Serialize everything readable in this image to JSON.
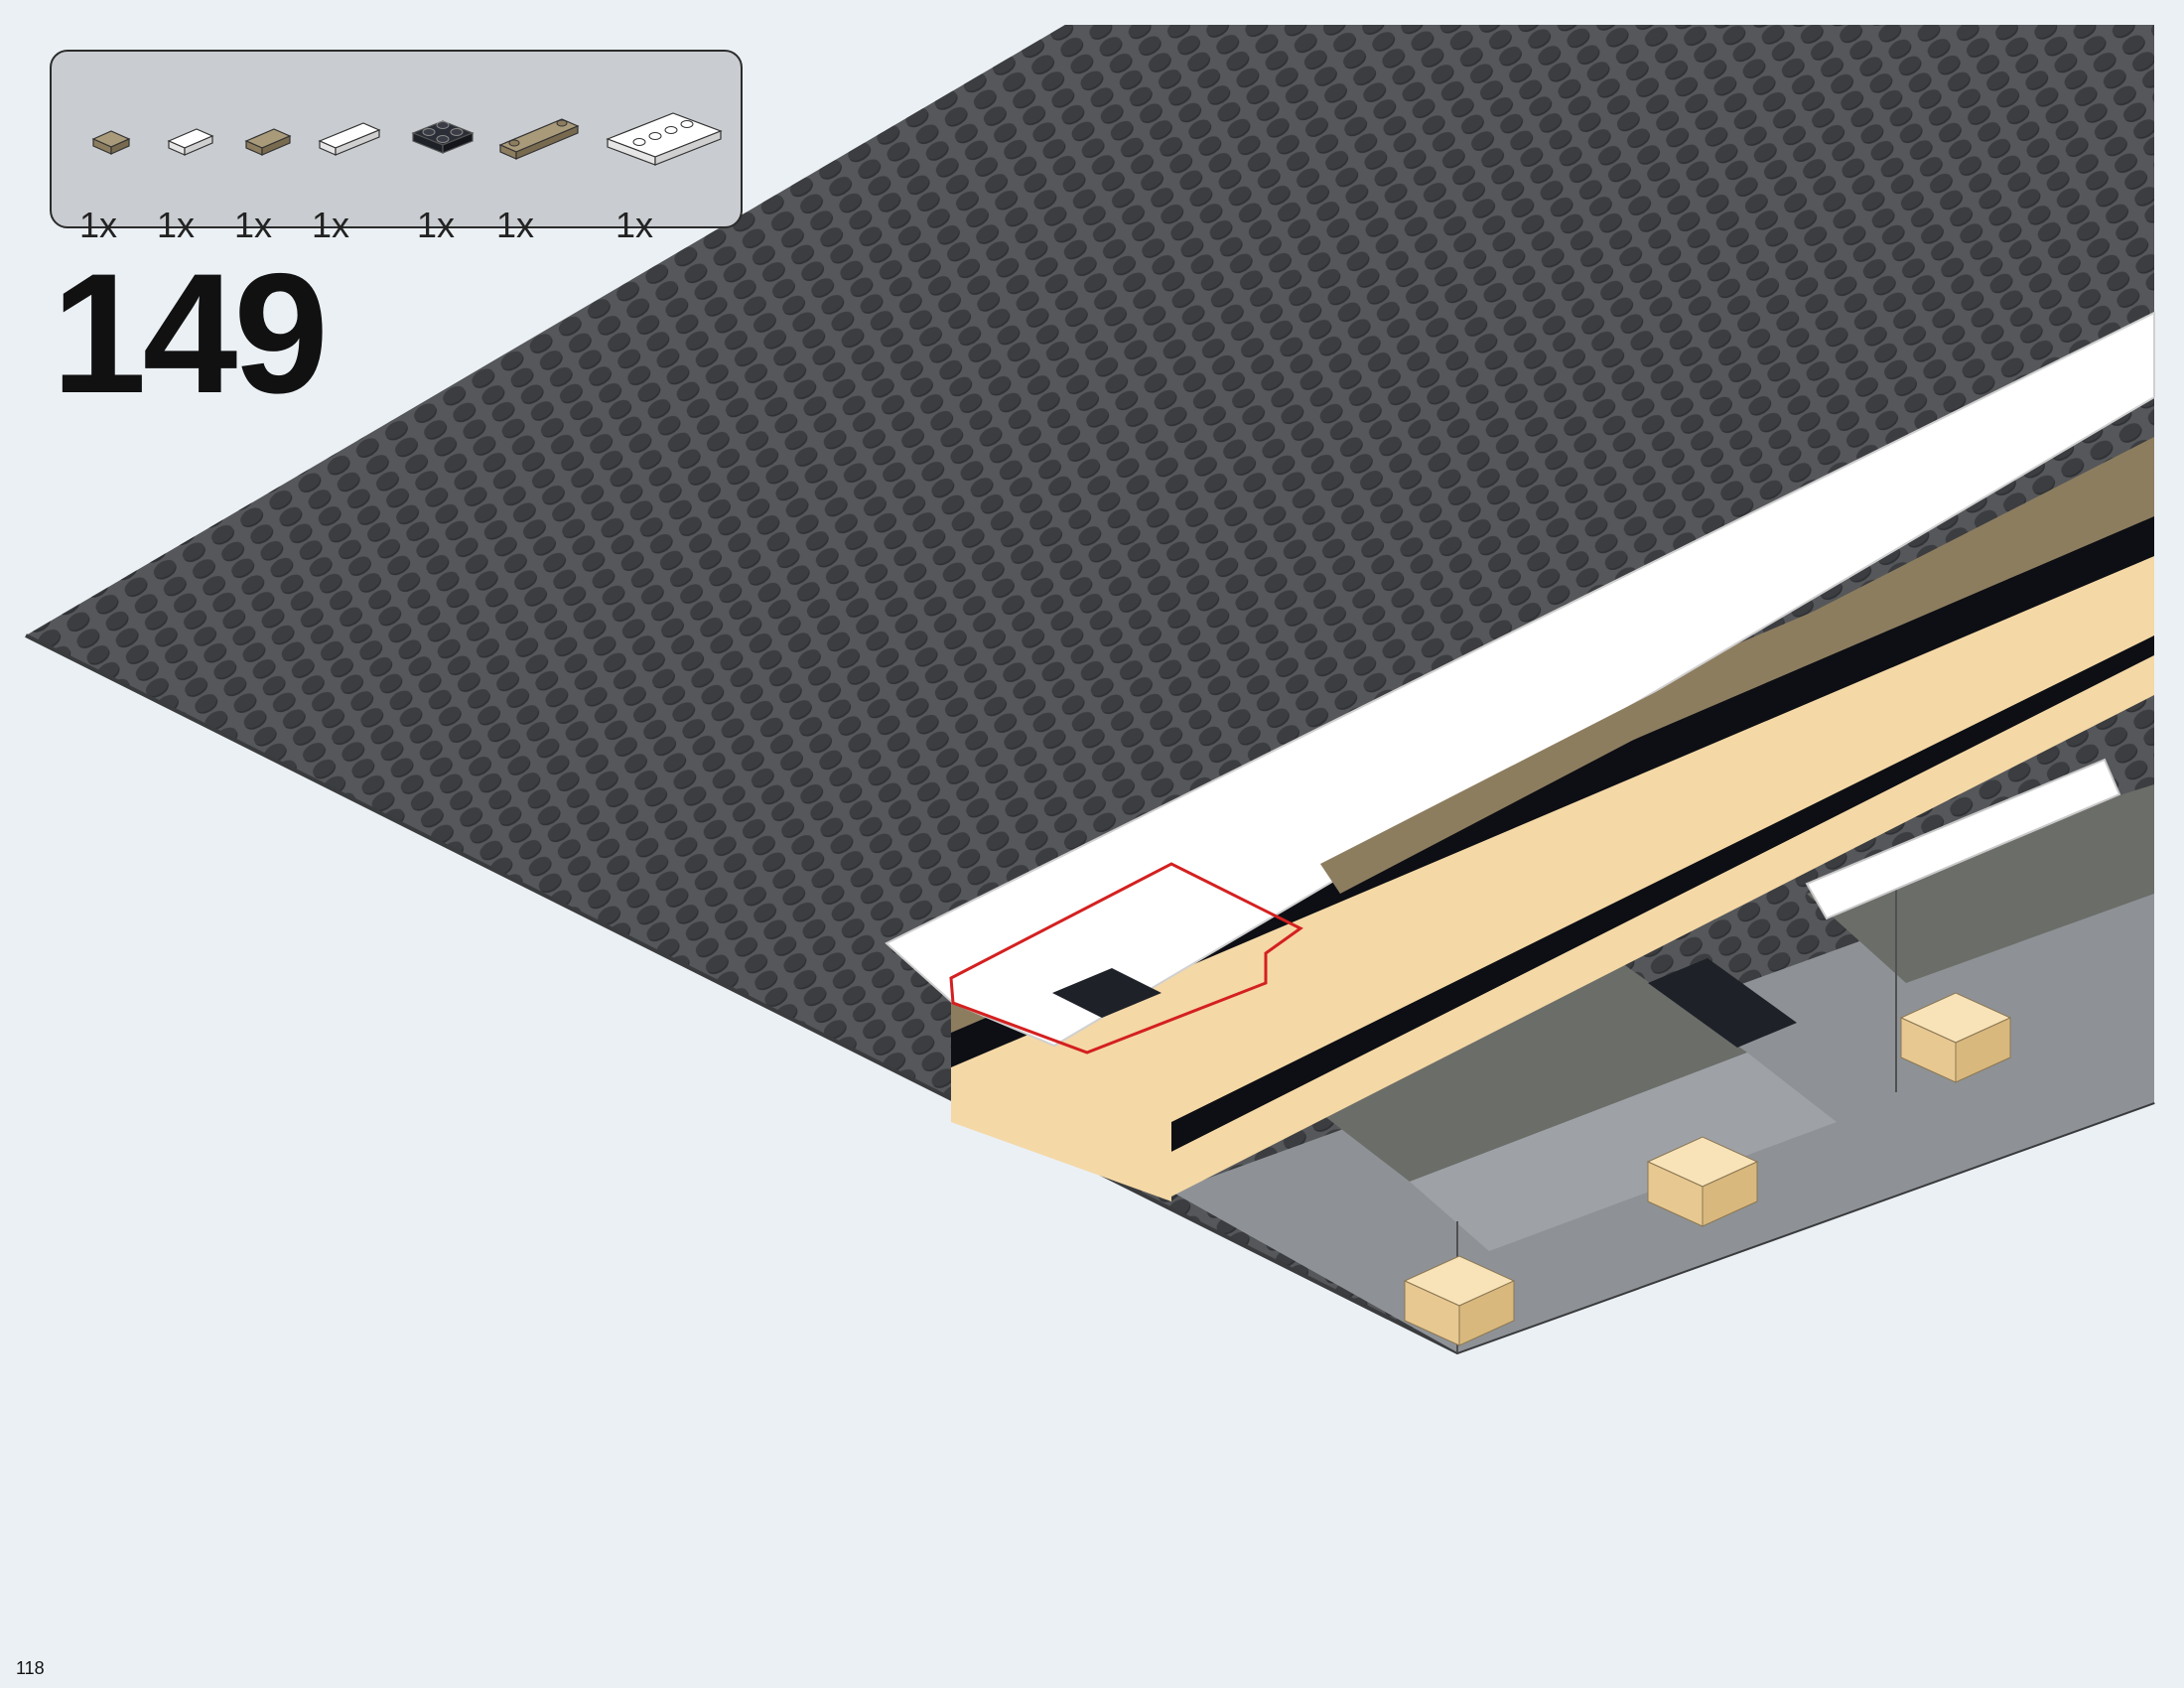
{
  "step": {
    "number": "149"
  },
  "page": {
    "number": "118"
  },
  "parts": [
    {
      "name": "tile-1x1-dark-tan-icon",
      "color": "#8d7d5f",
      "qty": "1x"
    },
    {
      "name": "tile-1x2-white-icon",
      "color": "#ffffff",
      "qty": "1x"
    },
    {
      "name": "tile-1x2-dark-tan-icon",
      "color": "#8d7d5f",
      "qty": "1x"
    },
    {
      "name": "tile-1x3-white-icon",
      "color": "#ffffff",
      "qty": "1x"
    },
    {
      "name": "plate-2x2-black-icon",
      "color": "#1e2128",
      "qty": "1x"
    },
    {
      "name": "plate-1x4-dark-tan-studs-icon",
      "color": "#8d7d5f",
      "qty": "1x"
    },
    {
      "name": "plate-2x4-white-icon",
      "color": "#ffffff",
      "qty": "1x"
    }
  ],
  "colors": {
    "baseplate": "#55575a",
    "stud": "#2f3134",
    "white": "#ffffff",
    "dark_tan": "#8d7d5f",
    "tan": "#f4d8a6",
    "black": "#0d0f14",
    "light_gray": "#9ea2a7",
    "dark_gray": "#6b6d68",
    "highlight": "#d42020"
  }
}
